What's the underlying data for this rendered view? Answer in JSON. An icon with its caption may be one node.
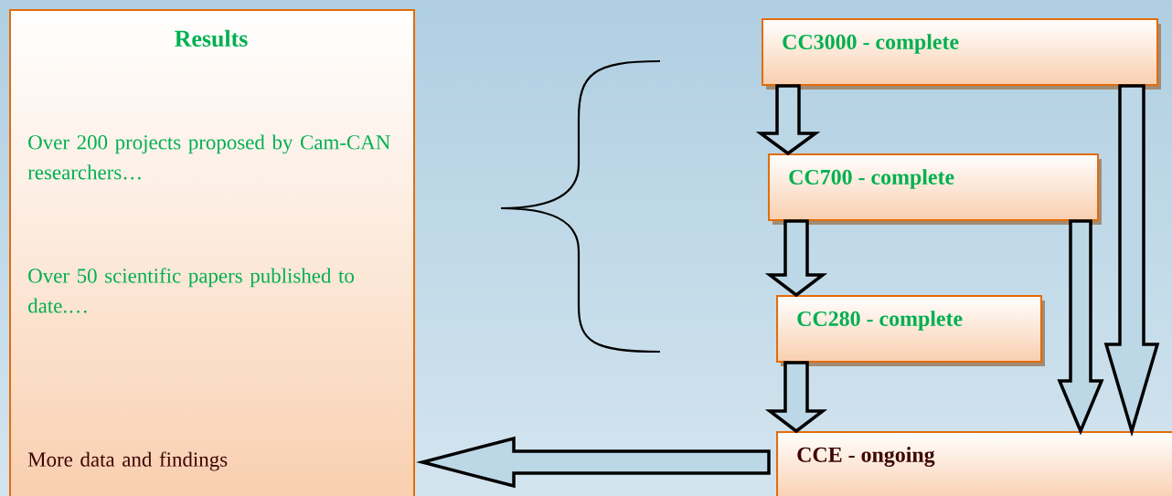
{
  "diagram": {
    "nodes": [
      {
        "text": [
          "Results",
          "Over 200 projects proposed by Cam-CAN researchers…",
          "Over 50 scientific papers published to date.…",
          "More data and findings"
        ]
      },
      {
        "text": [
          "CC3000 - complete"
        ]
      },
      {
        "text": [
          "CC700 - complete"
        ]
      },
      {
        "text": [
          "CC280 - complete"
        ]
      },
      {
        "text": [
          "CCE - ongoing"
        ]
      }
    ],
    "edges": [
      {
        "from": 1,
        "to": 2,
        "arrow": "to"
      },
      {
        "from": 2,
        "to": 3,
        "arrow": "to"
      },
      {
        "from": 3,
        "to": 4,
        "arrow": "to"
      },
      {
        "from": 2,
        "to": 4,
        "arrow": "to"
      },
      {
        "from": 1,
        "to": 4,
        "arrow": "to"
      },
      {
        "from": 4,
        "to": 0,
        "arrow": "to"
      }
    ]
  }
}
